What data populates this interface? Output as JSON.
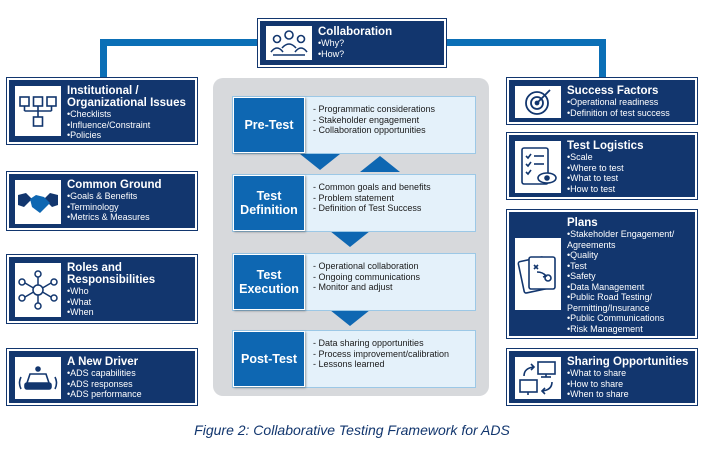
{
  "collaboration": {
    "title": "Collaboration",
    "items": [
      "Why?",
      "How?"
    ],
    "icon": "team-meeting-icon"
  },
  "left": [
    {
      "title_lines": [
        "Institutional /",
        "Organizational Issues"
      ],
      "items": [
        "Checklists",
        "Influence/Constraint",
        "Policies"
      ],
      "icon": "org-chart-icon"
    },
    {
      "title_lines": [
        "Common Ground"
      ],
      "items": [
        "Goals & Benefits",
        "Terminology",
        "Metrics & Measures"
      ],
      "icon": "handshake-icon"
    },
    {
      "title_lines": [
        "Roles and",
        "Responsibilities"
      ],
      "items": [
        "Who",
        "What",
        "When"
      ],
      "icon": "network-hub-icon"
    },
    {
      "title_lines": [
        "A New Driver"
      ],
      "items": [
        "ADS capabilities",
        "ADS responses",
        "ADS performance"
      ],
      "icon": "autonomous-car-icon"
    }
  ],
  "right": [
    {
      "title_lines": [
        "Success Factors"
      ],
      "items": [
        "Operational readiness",
        "Definition of test success"
      ],
      "icon": "target-icon"
    },
    {
      "title_lines": [
        "Test Logistics"
      ],
      "items": [
        "Scale",
        "Where to test",
        "What to test",
        "How to test"
      ],
      "icon": "checklist-eye-icon"
    },
    {
      "title_lines": [
        "Plans"
      ],
      "items": [
        "Stakeholder Engagement/ Agreements",
        "Quality",
        "Test",
        "Safety",
        "Data Management",
        "Public Road Testing/ Permitting/Insurance",
        "Public Communications",
        "Risk Management"
      ],
      "icon": "play-diagram-icon"
    },
    {
      "title_lines": [
        "Sharing Opportunities"
      ],
      "items": [
        "What to share",
        "How to share",
        "When to share"
      ],
      "icon": "sharing-computers-icon"
    }
  ],
  "stages": [
    {
      "label_lines": [
        "Pre-Test"
      ],
      "items": [
        "Programmatic considerations",
        "Stakeholder engagement",
        "Collaboration opportunities"
      ]
    },
    {
      "label_lines": [
        "Test",
        "Definition"
      ],
      "items": [
        "Common goals and benefits",
        "Problem statement",
        "Definition of Test Success"
      ]
    },
    {
      "label_lines": [
        "Test",
        "Execution"
      ],
      "items": [
        "Operational collaboration",
        "Ongoing communications",
        "Monitor and adjust"
      ]
    },
    {
      "label_lines": [
        "Post-Test"
      ],
      "items": [
        "Data sharing opportunities",
        "Process improvement/calibration",
        "Lessons learned"
      ]
    }
  ],
  "caption": "Figure 2: Collaborative Testing Framework for ADS",
  "colors": {
    "navy": "#12366e",
    "stage_blue": "#0e67b2",
    "connector": "#0b6fb6",
    "panel": "#d7d9dc",
    "stage_bg": "#e4f1fa"
  }
}
